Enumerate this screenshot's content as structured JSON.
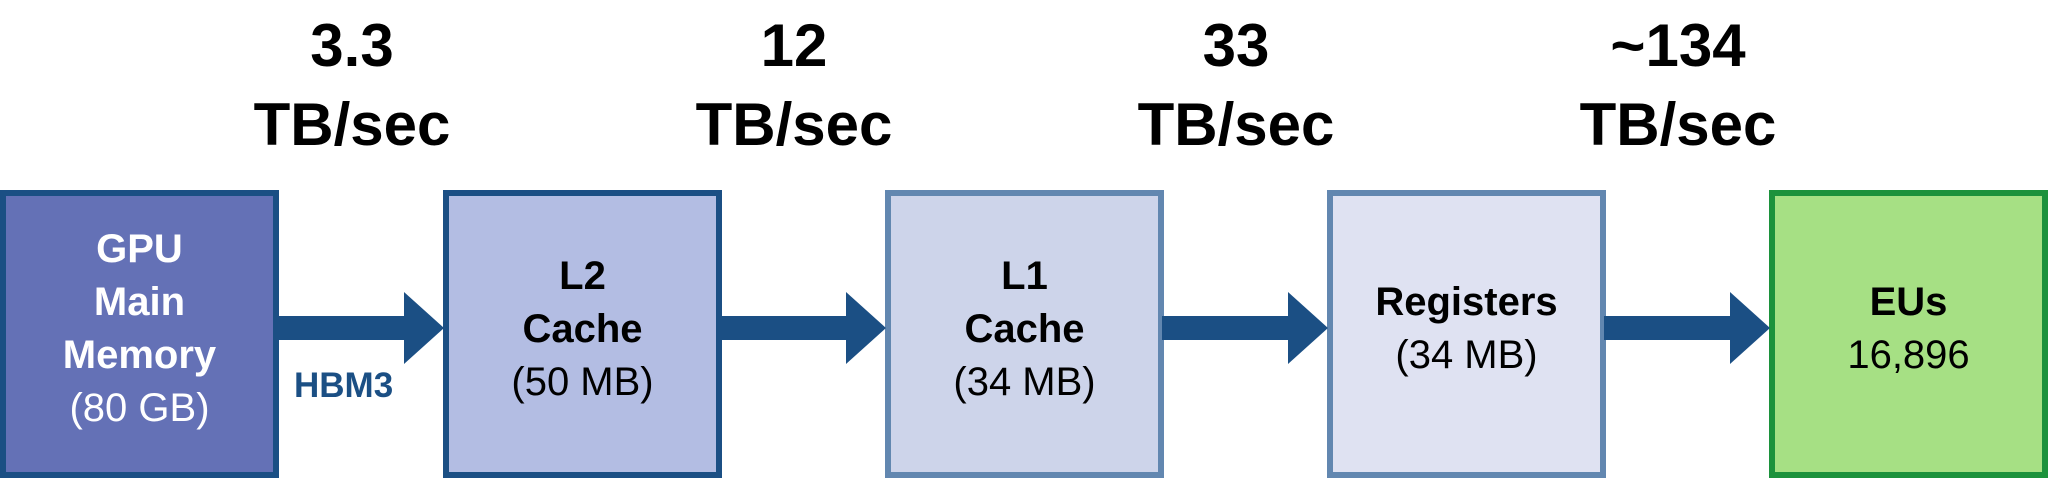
{
  "bandwidths": [
    {
      "value": "3.3",
      "unit": "TB/sec"
    },
    {
      "value": "12",
      "unit": "TB/sec"
    },
    {
      "value": "33",
      "unit": "TB/sec"
    },
    {
      "value": "~134",
      "unit": "TB/sec"
    }
  ],
  "nodes": [
    {
      "lines": [
        "GPU",
        "Main",
        "Memory"
      ],
      "detail": "(80 GB)"
    },
    {
      "lines": [
        "L2",
        "Cache"
      ],
      "detail": "(50 MB)"
    },
    {
      "lines": [
        "L1",
        "Cache"
      ],
      "detail": "(34 MB)"
    },
    {
      "lines": [
        "Registers"
      ],
      "detail": "(34 MB)"
    },
    {
      "lines": [
        "EUs"
      ],
      "detail": "16,896"
    }
  ],
  "link_label": "HBM3",
  "colors": {
    "arrow": "#1b4f84",
    "memory_fill": "#6471b6",
    "l2_fill": "#b3bde3",
    "l1_fill": "#cdd4ea",
    "registers_fill": "#dfe2f2",
    "eu_fill": "#a6e084",
    "eu_border": "#1c923c"
  }
}
